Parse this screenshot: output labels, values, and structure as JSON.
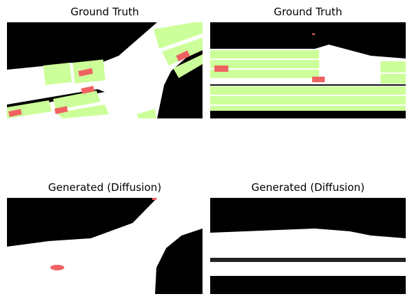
{
  "panels": [
    {
      "title": "Ground Truth"
    },
    {
      "title": "Ground Truth"
    },
    {
      "title": "Generated (Diffusion)"
    },
    {
      "title": "Generated (Diffusion)"
    }
  ],
  "colors": {
    "background": "#000000",
    "road": "#ffffff",
    "lane": "#ccff99",
    "vehicle": "#f06262"
  }
}
